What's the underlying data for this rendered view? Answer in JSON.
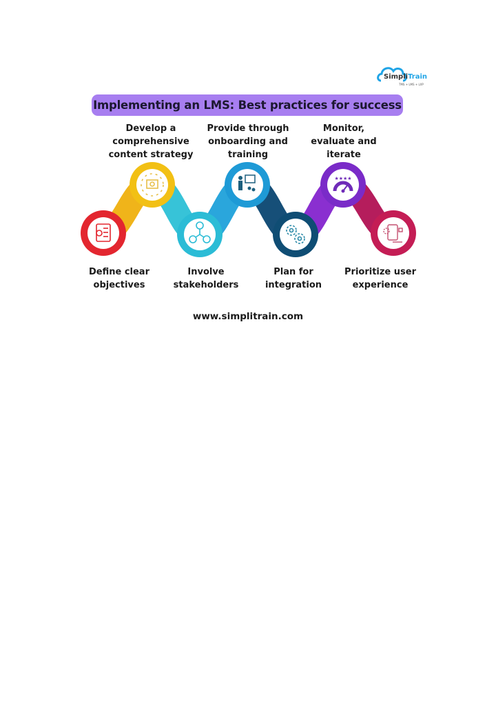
{
  "logo": {
    "name_part1": "Simpli",
    "name_part2": "Train",
    "tagline": "TMS + LMS + LXP"
  },
  "title": "Implementing an LMS: Best practices for success",
  "steps_top": [
    {
      "lines": [
        "Develop a",
        "comprehensive",
        "content strategy"
      ],
      "icon": "content-strategy-icon",
      "color": "#f2c014"
    },
    {
      "lines": [
        "Provide through",
        "onboarding and",
        "training"
      ],
      "icon": "presentation-training-icon",
      "color": "#1e9ad6"
    },
    {
      "lines": [
        "Monitor,",
        "evaluate and",
        "iterate"
      ],
      "icon": "gauge-rating-icon",
      "color": "#7a2bc8"
    }
  ],
  "steps_bottom": [
    {
      "lines": [
        "Define clear",
        "objectives"
      ],
      "icon": "clipboard-checklist-icon",
      "color": "#e3262f"
    },
    {
      "lines": [
        "Involve",
        "stakeholders"
      ],
      "icon": "stakeholders-network-icon",
      "color": "#2bbcd6"
    },
    {
      "lines": [
        "Plan for",
        "integration"
      ],
      "icon": "gears-integration-icon",
      "color": "#0f4d74"
    },
    {
      "lines": [
        "Prioritize user",
        "experience"
      ],
      "icon": "user-experience-icon",
      "color": "#c41d55"
    }
  ],
  "website": "www.simplitrain.com"
}
